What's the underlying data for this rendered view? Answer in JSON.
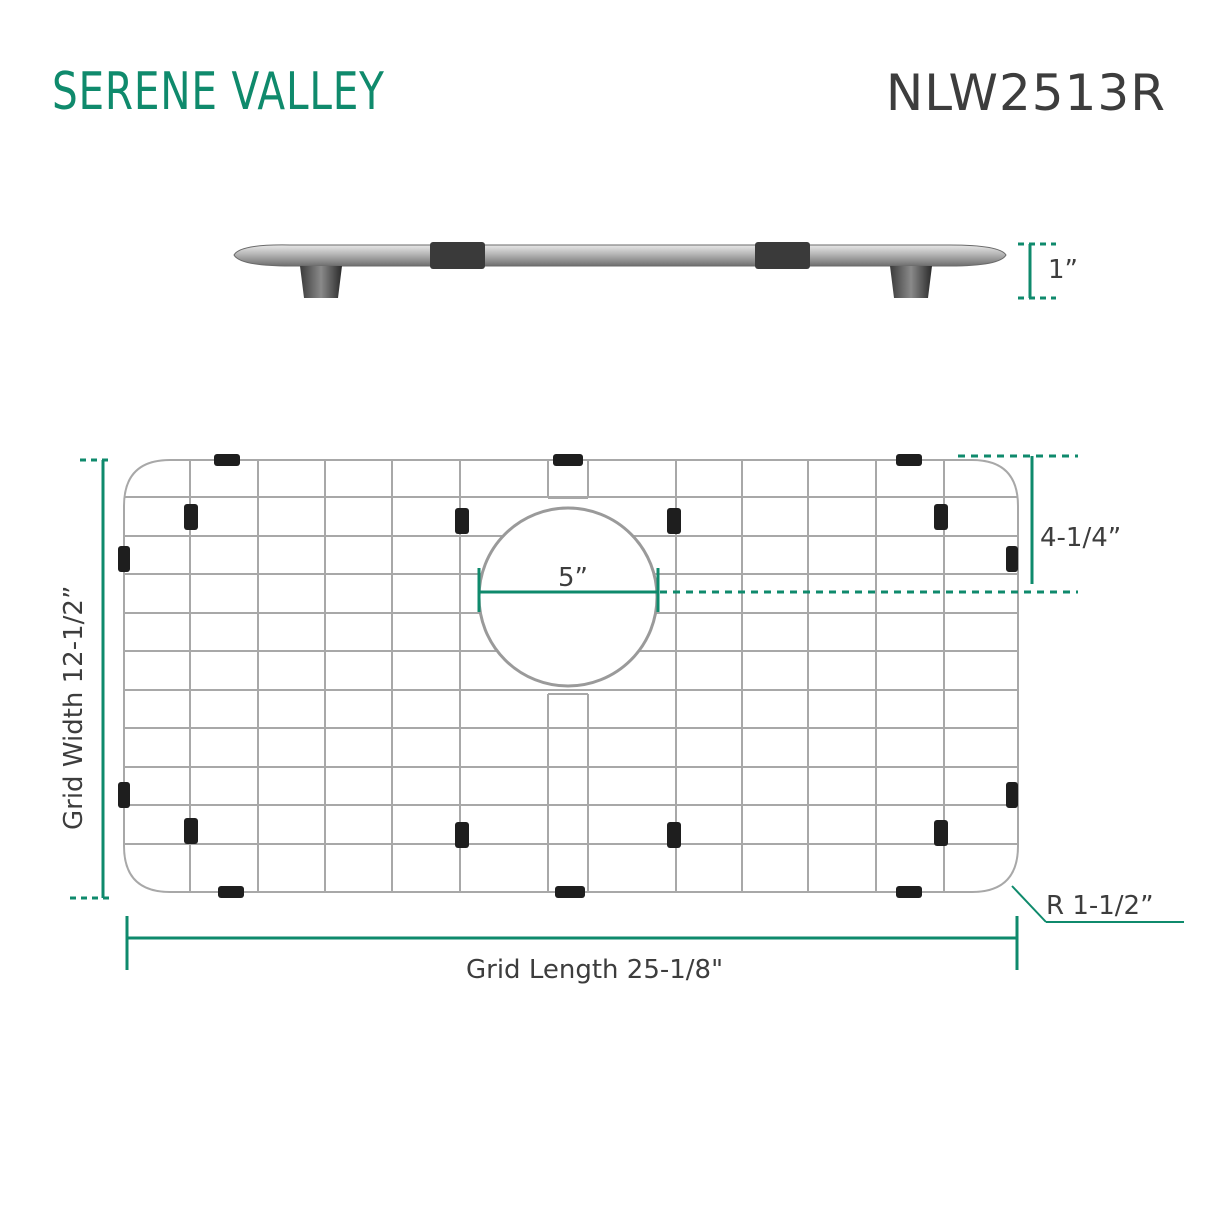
{
  "brand": {
    "name": "SERENE VALLEY",
    "color": "#0f8a6c"
  },
  "model": {
    "code": "NLW2513R"
  },
  "dimensions": {
    "height": "1”",
    "drain_offset": "4-1/4”",
    "drain_diameter": "5”",
    "grid_width": "Grid Width 12-1/2”",
    "corner_radius": "R 1-1/2”",
    "grid_length": "Grid Length 25-1/8\""
  },
  "colors": {
    "accent": "#0f8a6c",
    "wire": "#a8a8a8",
    "text": "#3d3d3d",
    "foot": "#1e1e1e"
  }
}
